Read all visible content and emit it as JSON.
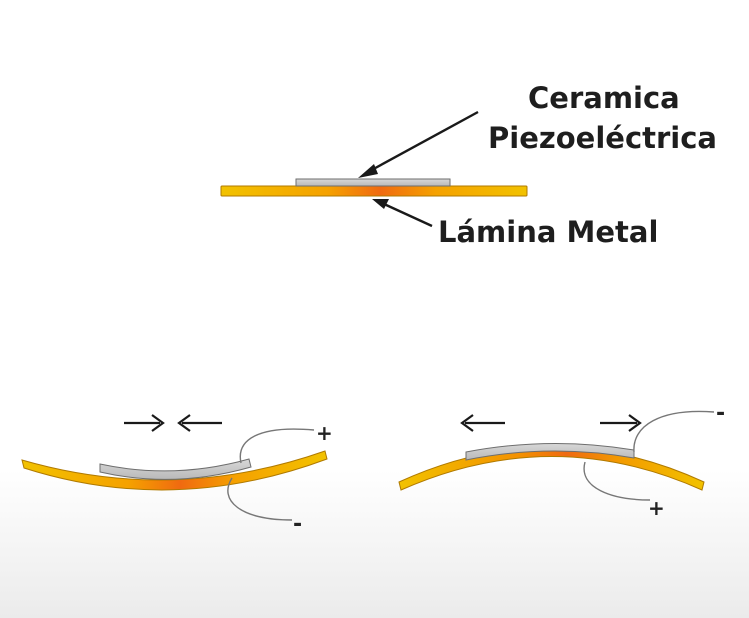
{
  "labels": {
    "ceramic_line1": "Ceramica",
    "ceramic_line2": "Piezoeléctrica",
    "metal": "Lámina Metal"
  },
  "signs": {
    "left_top": "+",
    "left_bottom": "-",
    "right_top": "-",
    "right_bottom": "+"
  },
  "colors": {
    "metal_edge": "#f2c200",
    "metal_center": "#f06a10",
    "ceramic": "#c9c9c9",
    "ceramic_stroke": "#6e6e6e",
    "line": "#1a1a1a",
    "wire": "#777777"
  }
}
